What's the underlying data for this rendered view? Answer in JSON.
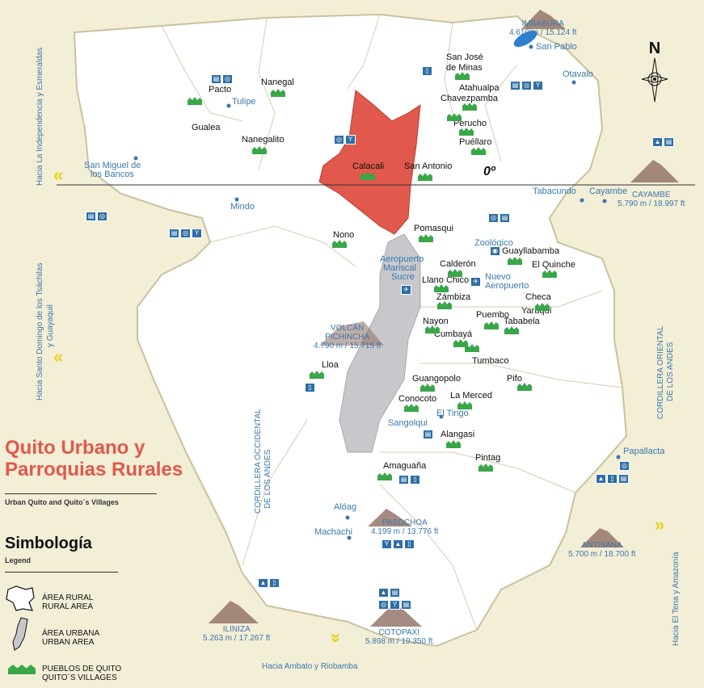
{
  "title": {
    "main_line1": "Quito Urbano y",
    "main_line2": "Parroquias Rurales",
    "subtitle": "Urban Quito and Quito´s Villages"
  },
  "legend": {
    "title": "Simbología",
    "subtitle": "Legend",
    "rural_es": "ÁREA RURAL",
    "rural_en": "RURAL AREA",
    "urban_es": "ÁREA URBANA",
    "urban_en": "URBAN AREA",
    "villages_es": "PUEBLOS DE QUITO",
    "villages_en": "QUITO´S VILLAGES"
  },
  "compass": {
    "label": "N"
  },
  "equator": {
    "label": "0º"
  },
  "villages": {
    "pacto": "Pacto",
    "gualea": "Gualea",
    "nanegal": "Nanegal",
    "nanegalito": "Nanegalito",
    "san_jose_1": "San José",
    "san_jose_2": "de Minas",
    "atahualpa": "Atahualpa",
    "chavezpamba": "Chavezpamba",
    "perucho": "Perucho",
    "puellaro": "Puéllaro",
    "calacali": "Calacali",
    "san_antonio": "San Antonio",
    "pomasqui": "Pomasqui",
    "nono": "Nono",
    "guayllabamba": "Guayllabamba",
    "el_quinche": "El Quinche",
    "calderon": "Calderón",
    "llano_chico": "Llano Chico",
    "zambiza": "Zámbiza",
    "checa": "Checa",
    "yaruqui": "Yaruquí",
    "puembo": "Puembo",
    "tababela": "Tababela",
    "nayon": "Nayon",
    "cumbaya": "Cumbayá",
    "tumbaco": "Tumbaco",
    "lloa": "Lloa",
    "guangopolo": "Guangopolo",
    "conocoto": "Conocoto",
    "la_merced": "La Merced",
    "pifo": "Pifo",
    "alangasi": "Alangasi",
    "pintag": "Pintag",
    "amaguana": "Amaguaña"
  },
  "places": {
    "tulipe": "Tulipe",
    "san_miguel_1": "San Miguel de",
    "san_miguel_2": "los Bancos",
    "mindo": "Mindo",
    "san_pablo": "San Pablo",
    "otavalo": "Otavalo",
    "tabacundo": "Tabacundo",
    "cayambe_town": "Cayambe",
    "zoologico": "Zoológico",
    "aeropuerto_1": "Aeropuerto",
    "aeropuerto_2": "Mariscal",
    "aeropuerto_3": "Sucre",
    "nuevo_1": "Nuevo",
    "nuevo_2": "Aeropuerto",
    "el_tingo": "El Tingo",
    "sangolqui": "Sangolqui",
    "papallacta": "Papallacta",
    "aloag": "Alóag",
    "machachi": "Machachi"
  },
  "mountains": {
    "imbabura_name": "IMBABURA",
    "imbabura_alt": "4.610 m / 15.124 ft",
    "cayambe_name": "CAYAMBE",
    "cayambe_alt": "5.790 m / 18.997 ft",
    "pichincha_name1": "VOLCÁN",
    "pichincha_name2": "PICHINCHA",
    "pichincha_alt": "4.790 m / 15.715 ft",
    "pasochoa_name": "PASOCHOA",
    "pasochoa_alt": "4.199 m / 13.776 ft",
    "antisana_name": "ANTISANA",
    "antisana_alt": "5.700 m / 18.700 ft",
    "iliniza_name": "ILINIZA",
    "iliniza_alt": "5.263 m / 17.267 ft",
    "cotopaxi_name": "COTOPAXI",
    "cotopaxi_alt": "5.898 m / 19.350 ft"
  },
  "directions": {
    "esmeraldas": "Hacia La Independencia y Esmeraldas",
    "santo_domingo_1": "Hacia Santo Domingo de los Tsáchilas",
    "santo_domingo_2": "y Guayaquil",
    "tena": "Hacia El Tena y Amazonía",
    "ambato": "Hacia Ambato y Riobamba"
  },
  "ranges": {
    "occidental_1": "CORDILLERA OCCIDENTAL",
    "occidental_2": "DE LOS ANDES",
    "oriental_1": "CORDILLERA ORIENTAL",
    "oriental_2": "DE LOS ANDES"
  },
  "colors": {
    "background": "#f3eed6",
    "land": "#ffffff",
    "highlight": "#e0594c",
    "urban": "#c8c8cc",
    "village_icon": "#3aa64a",
    "service_icon": "#2d6ea6",
    "arrow": "#e8d21b"
  }
}
